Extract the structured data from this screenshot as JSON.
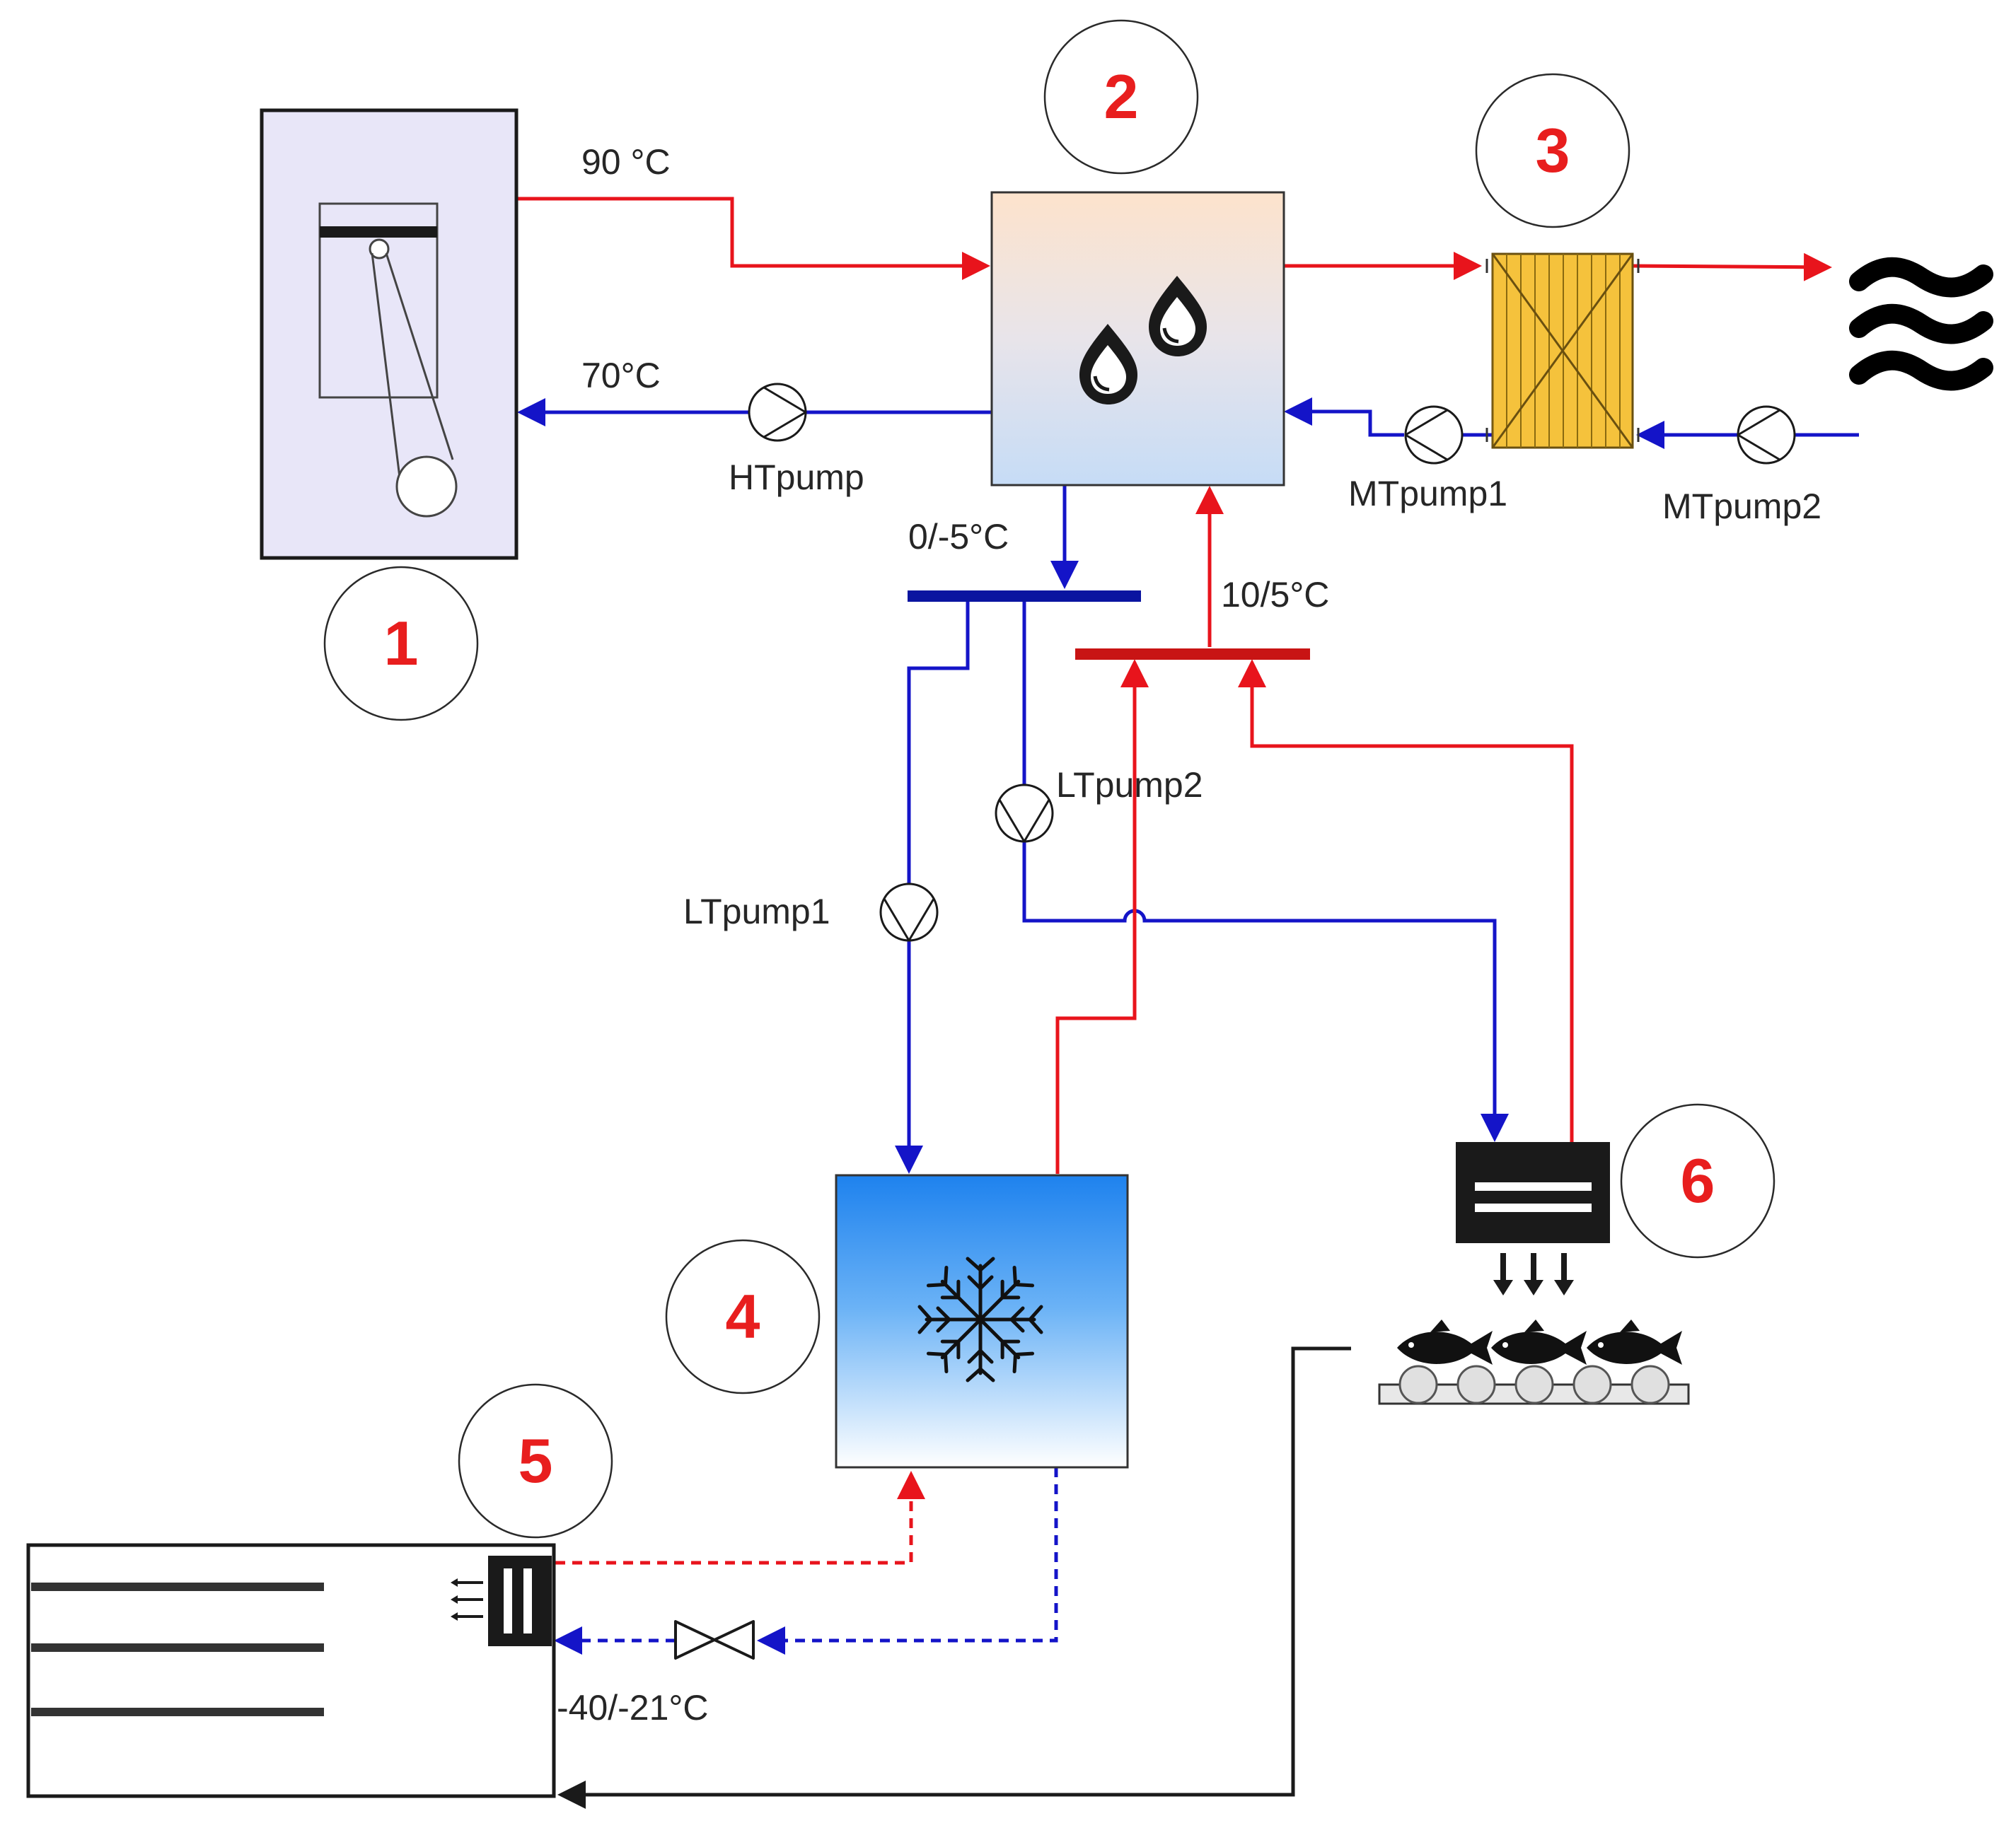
{
  "labels": {
    "t_90": "90 °C",
    "t_70": "70°C",
    "t_0_5": "0/-5°C",
    "t_10_5": "10/5°C",
    "t_40_21": "-40/-21°C",
    "ht_pump": "HTpump",
    "mt_pump1": "MTpump1",
    "mt_pump2": "MTpump2",
    "lt_pump1": "LTpump1",
    "lt_pump2": "LTpump2"
  },
  "components": [
    {
      "id": "1",
      "icon": "engine-icon"
    },
    {
      "id": "2",
      "icon": "water-drops-icon"
    },
    {
      "id": "3",
      "icon": "heat-exchanger-icon"
    },
    {
      "id": "4",
      "icon": "snowflake-icon"
    },
    {
      "id": "5",
      "icon": "freezer-icon"
    },
    {
      "id": "6",
      "icon": "fish-processing-icon"
    }
  ],
  "colors": {
    "hot": "#e8141c",
    "cold": "#1414c8",
    "badge": "#e81e1e",
    "manifold_hot": "#c81414",
    "manifold_cold": "#0a14a0",
    "exchanger": "#f5c23c"
  }
}
